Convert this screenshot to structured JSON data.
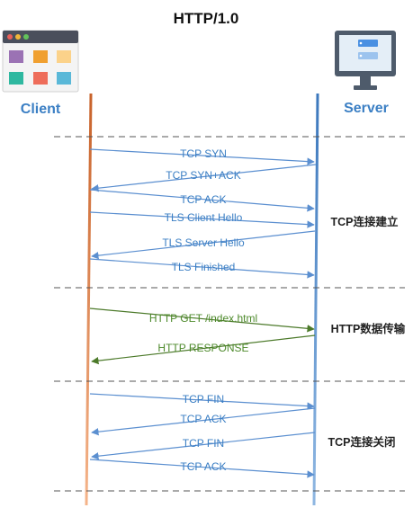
{
  "title": "HTTP/1.0",
  "actors": {
    "client": {
      "label": "Client",
      "icon": "browser-window-icon"
    },
    "server": {
      "label": "Server",
      "icon": "monitor-icon"
    }
  },
  "colors": {
    "blue_text": "#3b7fc4",
    "arrow_blue": "#5b8fd0",
    "arrow_green": "#4c7a2a",
    "green_text": "#4e8a2c",
    "client_line": "#e8945a",
    "server_line": "#4a86c8",
    "divider": "#555555"
  },
  "phases": [
    {
      "label": "TCP连接建立"
    },
    {
      "label": "HTTP数据传输"
    },
    {
      "label": "TCP连接关闭"
    }
  ],
  "messages": [
    {
      "label": "TCP SYN",
      "direction": "client-to-server",
      "color": "blue"
    },
    {
      "label": "TCP SYN+ACK",
      "direction": "server-to-client",
      "color": "blue"
    },
    {
      "label": "TCP ACK",
      "direction": "client-to-server",
      "color": "blue"
    },
    {
      "label": "TLS Client Hello",
      "direction": "client-to-server",
      "color": "blue"
    },
    {
      "label": "TLS Server Hello",
      "direction": "server-to-client",
      "color": "blue"
    },
    {
      "label": "TLS Finished",
      "direction": "client-to-server",
      "color": "blue"
    },
    {
      "label": "HTTP GET /index.html",
      "direction": "client-to-server",
      "color": "green"
    },
    {
      "label": "HTTP RESPONSE",
      "direction": "server-to-client",
      "color": "green"
    },
    {
      "label": "TCP FIN",
      "direction": "client-to-server",
      "color": "blue"
    },
    {
      "label": "TCP ACK",
      "direction": "server-to-client",
      "color": "blue"
    },
    {
      "label": "TCP FIN",
      "direction": "server-to-client",
      "color": "blue"
    },
    {
      "label": "TCP ACK",
      "direction": "client-to-server",
      "color": "blue"
    }
  ]
}
